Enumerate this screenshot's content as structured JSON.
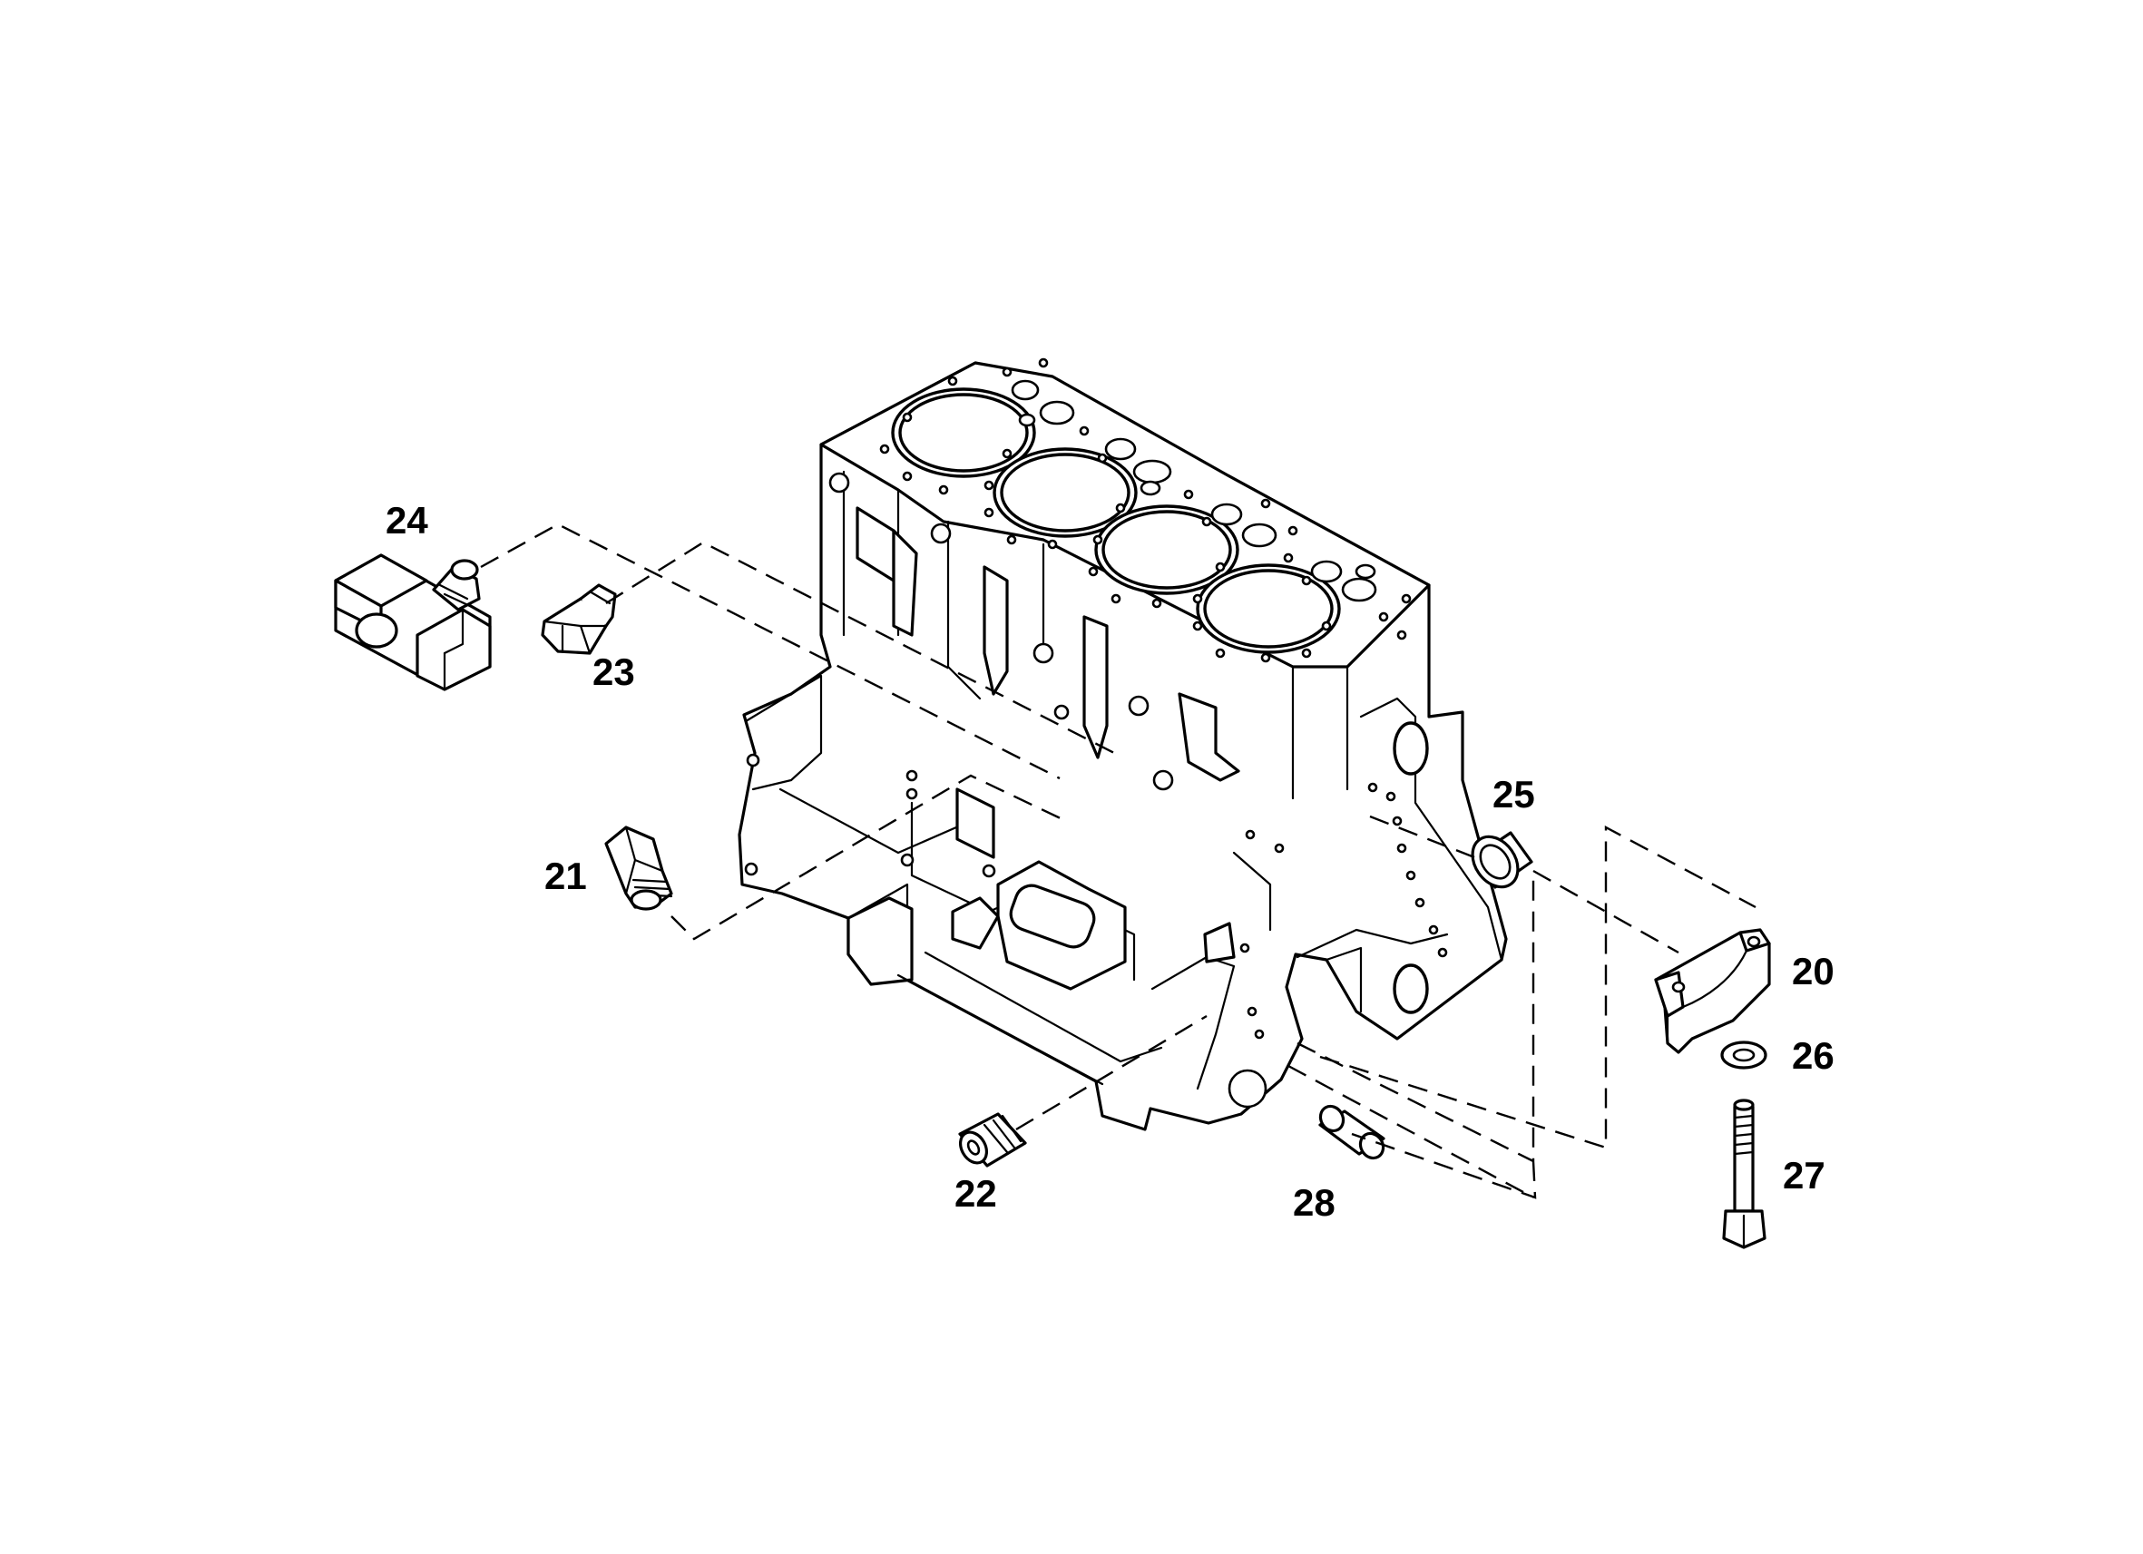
{
  "callouts": {
    "c20": "20",
    "c21": "21",
    "c22": "22",
    "c23": "23",
    "c24": "24",
    "c25": "25",
    "c26": "26",
    "c27": "27",
    "c28": "28"
  }
}
